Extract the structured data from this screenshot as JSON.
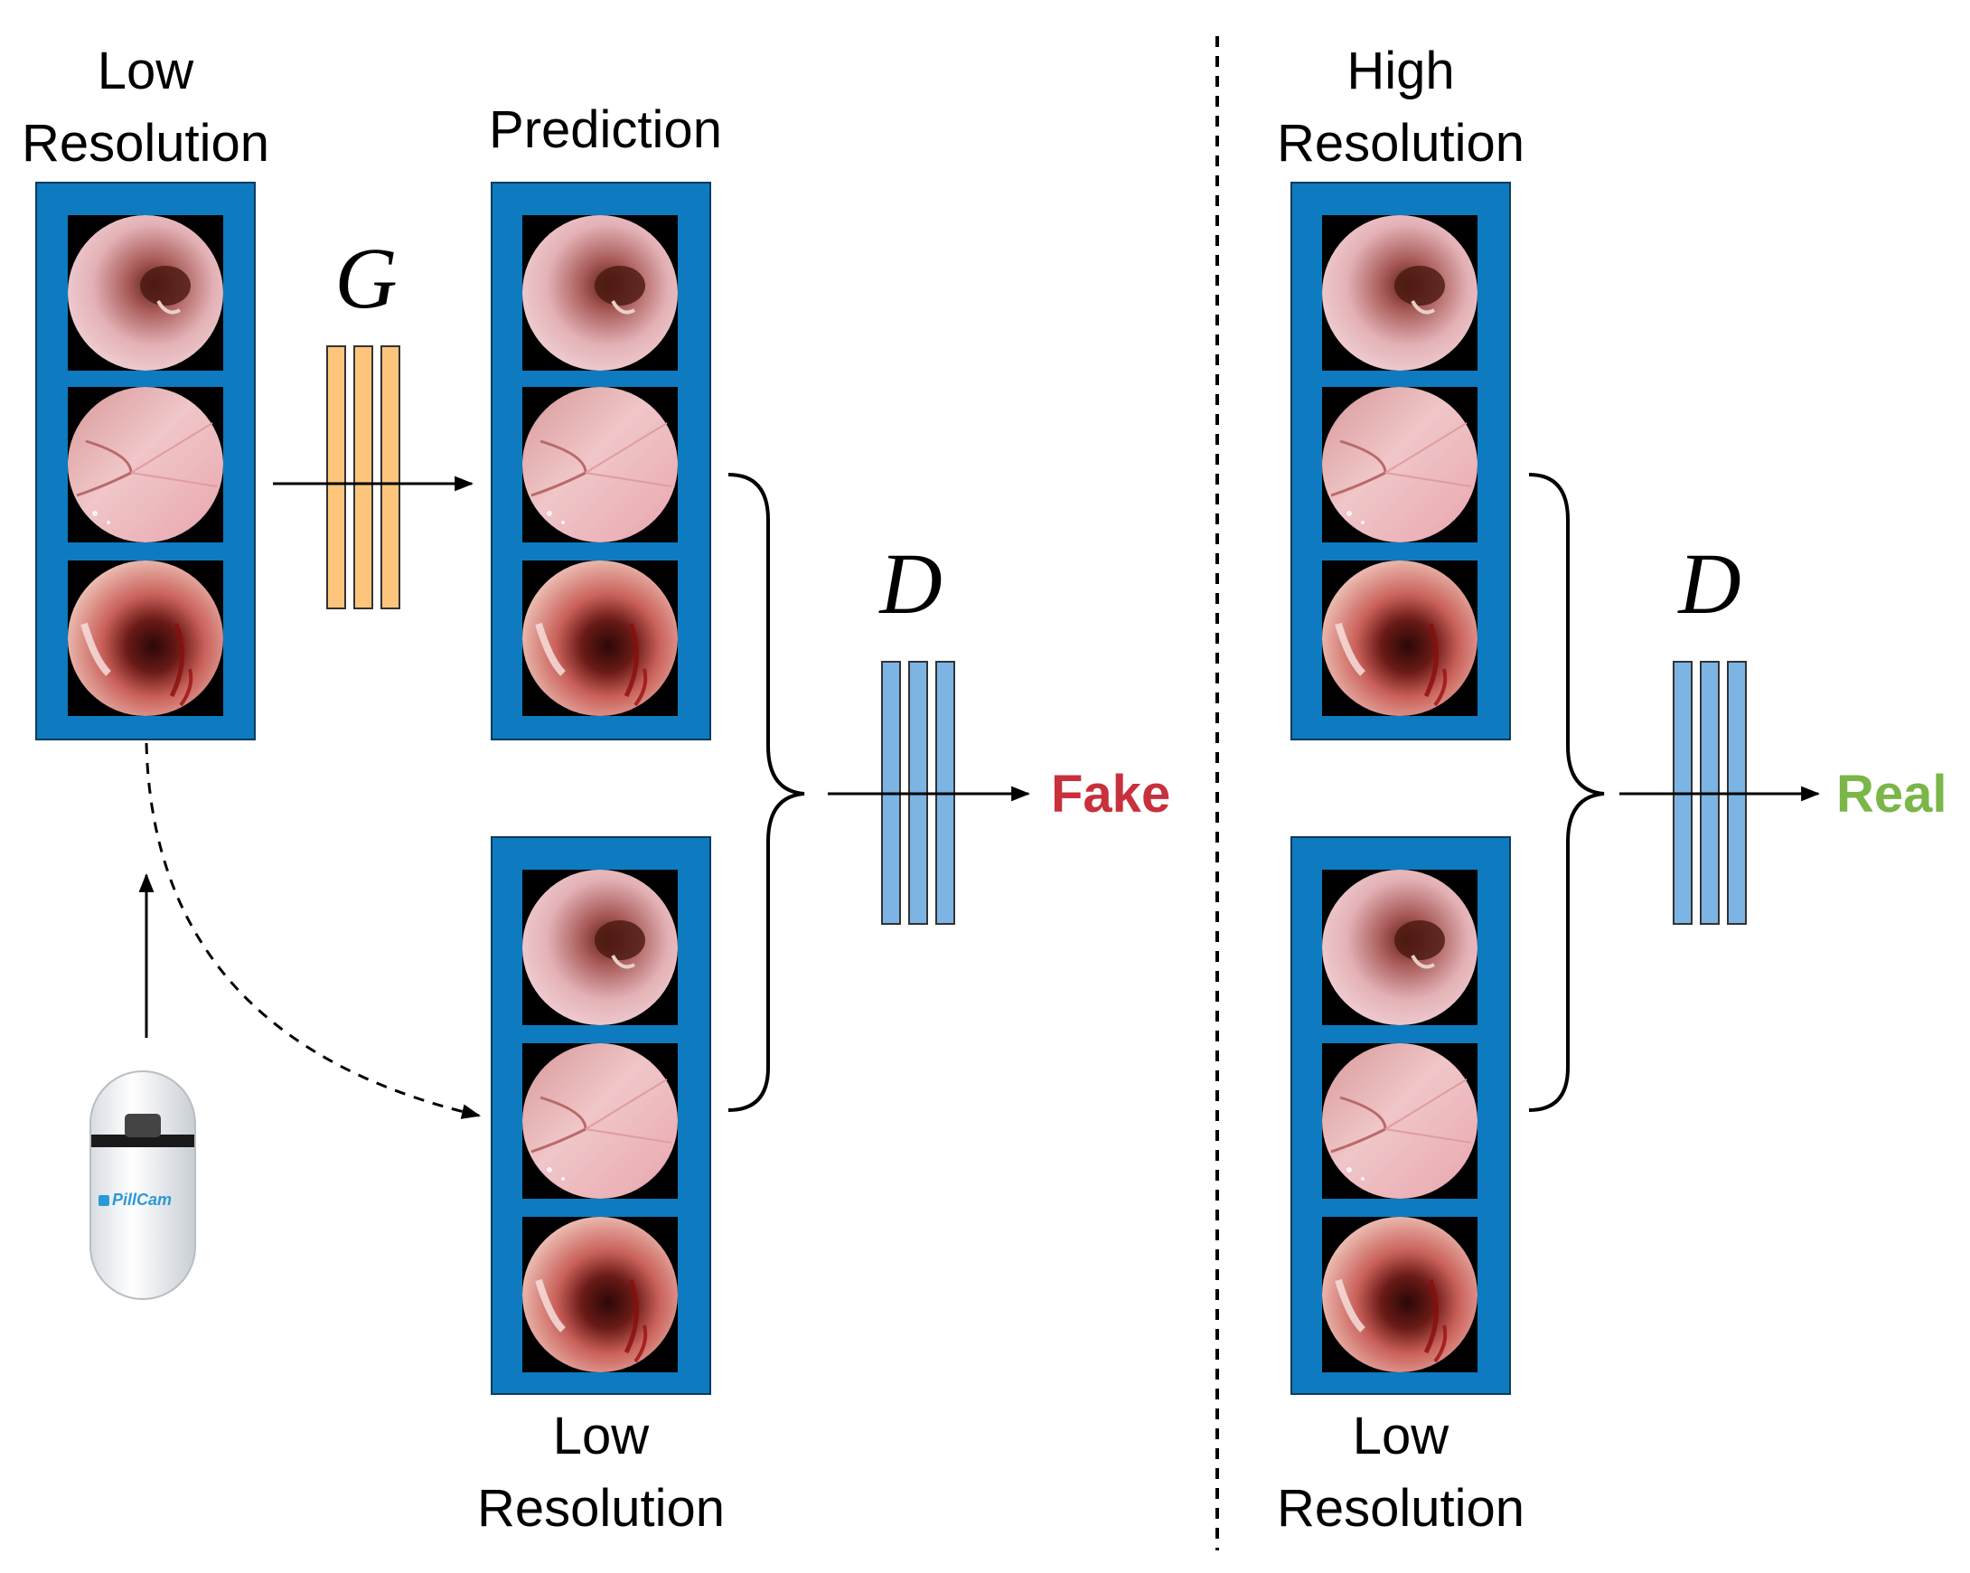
{
  "left_panel": {
    "input_label": [
      "Low",
      "Resolution"
    ],
    "prediction_label": "Prediction",
    "generator_symbol": "G",
    "discriminator_symbol": "D",
    "bottom_label": [
      "Low",
      "Resolution"
    ],
    "output_label": "Fake",
    "output_color": "#c8303c"
  },
  "right_panel": {
    "top_label": [
      "High",
      "Resolution"
    ],
    "discriminator_symbol": "D",
    "bottom_label": [
      "Low",
      "Resolution"
    ],
    "output_label": "Real",
    "output_color": "#7ab648"
  },
  "capsule": {
    "brand": "PillCam"
  },
  "colors": {
    "frame_border": "#0e7ac0",
    "generator_layer": "#fdc57c",
    "discriminator_layer": "#7cb4e4"
  }
}
